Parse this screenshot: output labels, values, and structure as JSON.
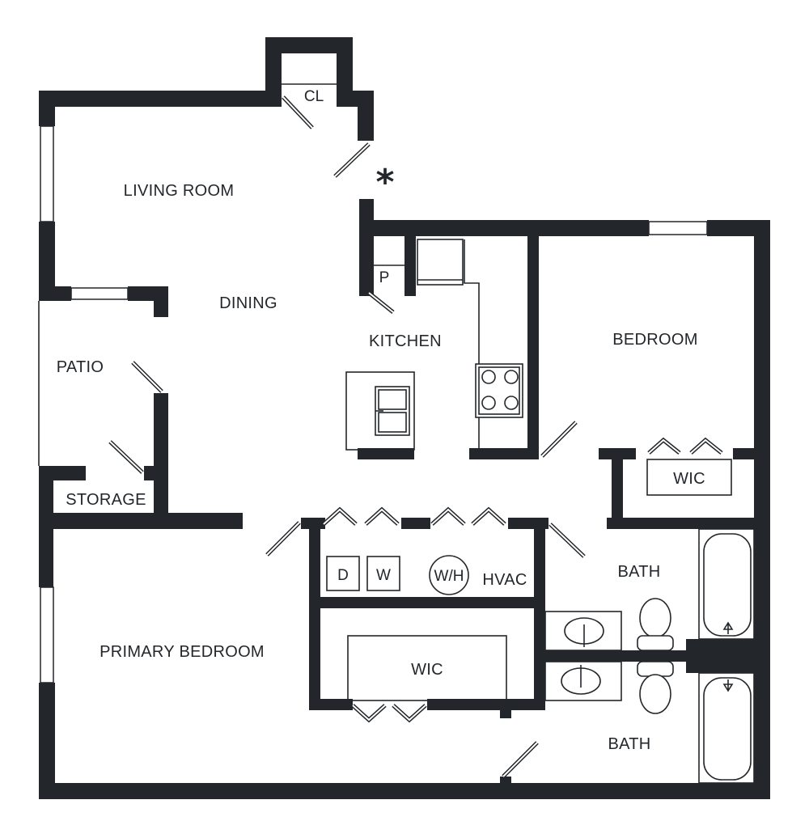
{
  "rooms": {
    "closet": "CL",
    "living_room": "LIVING ROOM",
    "dining": "DINING",
    "pantry": "P",
    "kitchen": "KITCHEN",
    "bedroom": "BEDROOM",
    "patio": "PATIO",
    "storage": "STORAGE",
    "wic_bedroom": "WIC",
    "dryer": "D",
    "washer": "W",
    "water_heater": "W/H",
    "hvac": "HVAC",
    "bath_upper": "BATH",
    "primary_bedroom": "PRIMARY BEDROOM",
    "wic_primary": "WIC",
    "bath_lower": "BATH"
  },
  "entry_marker": "*",
  "colors": {
    "wall": "#23272b",
    "background": "#ffffff"
  }
}
